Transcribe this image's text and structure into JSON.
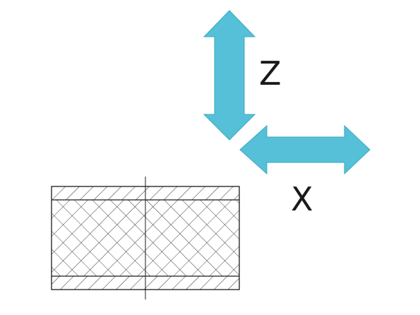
{
  "diagram": {
    "axes": {
      "vertical_label": "Z",
      "horizontal_label": "X",
      "arrow_color": "#55C0D8",
      "arrow_outline": "#3aa9c2"
    },
    "section": {
      "outline_color": "#1a1a1a",
      "hatch_color": "#2b2b2b",
      "layers": [
        "top-skin",
        "core",
        "bottom-skin"
      ]
    }
  }
}
